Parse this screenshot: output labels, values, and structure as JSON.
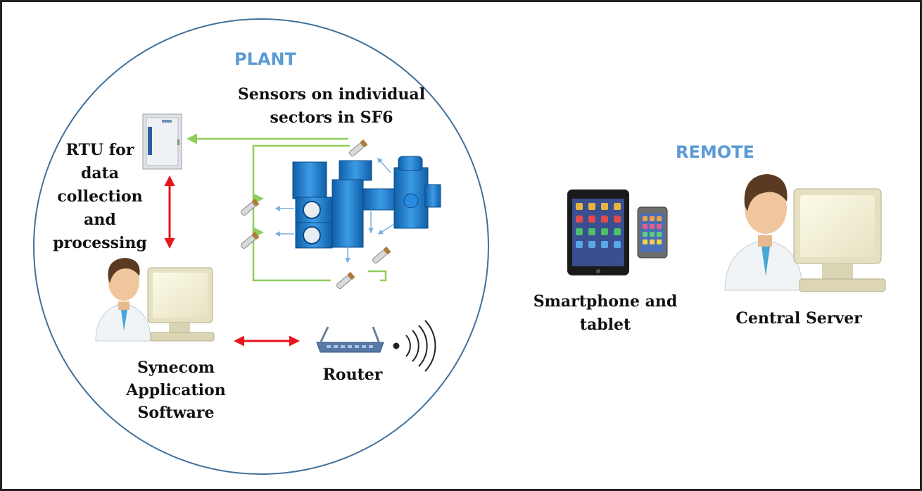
{
  "plant": {
    "title": "PLANT",
    "sensors_label": [
      "Sensors on individual",
      "sectors in SF6"
    ],
    "rtu_label": [
      "RTU for",
      "data",
      "collection",
      "and",
      "processing"
    ],
    "software_label": [
      "Synecom",
      "Application",
      "Software"
    ],
    "router_label": "Router"
  },
  "remote": {
    "title": "REMOTE",
    "devices_label": [
      "Smartphone and",
      "tablet"
    ],
    "server_label": "Central Server"
  },
  "colors": {
    "heading": "#5b9bd5",
    "circle": "#41719c",
    "red_arrow": "#e8141b",
    "green_line": "#8fce5b",
    "equipment": "#1f7fd0"
  }
}
